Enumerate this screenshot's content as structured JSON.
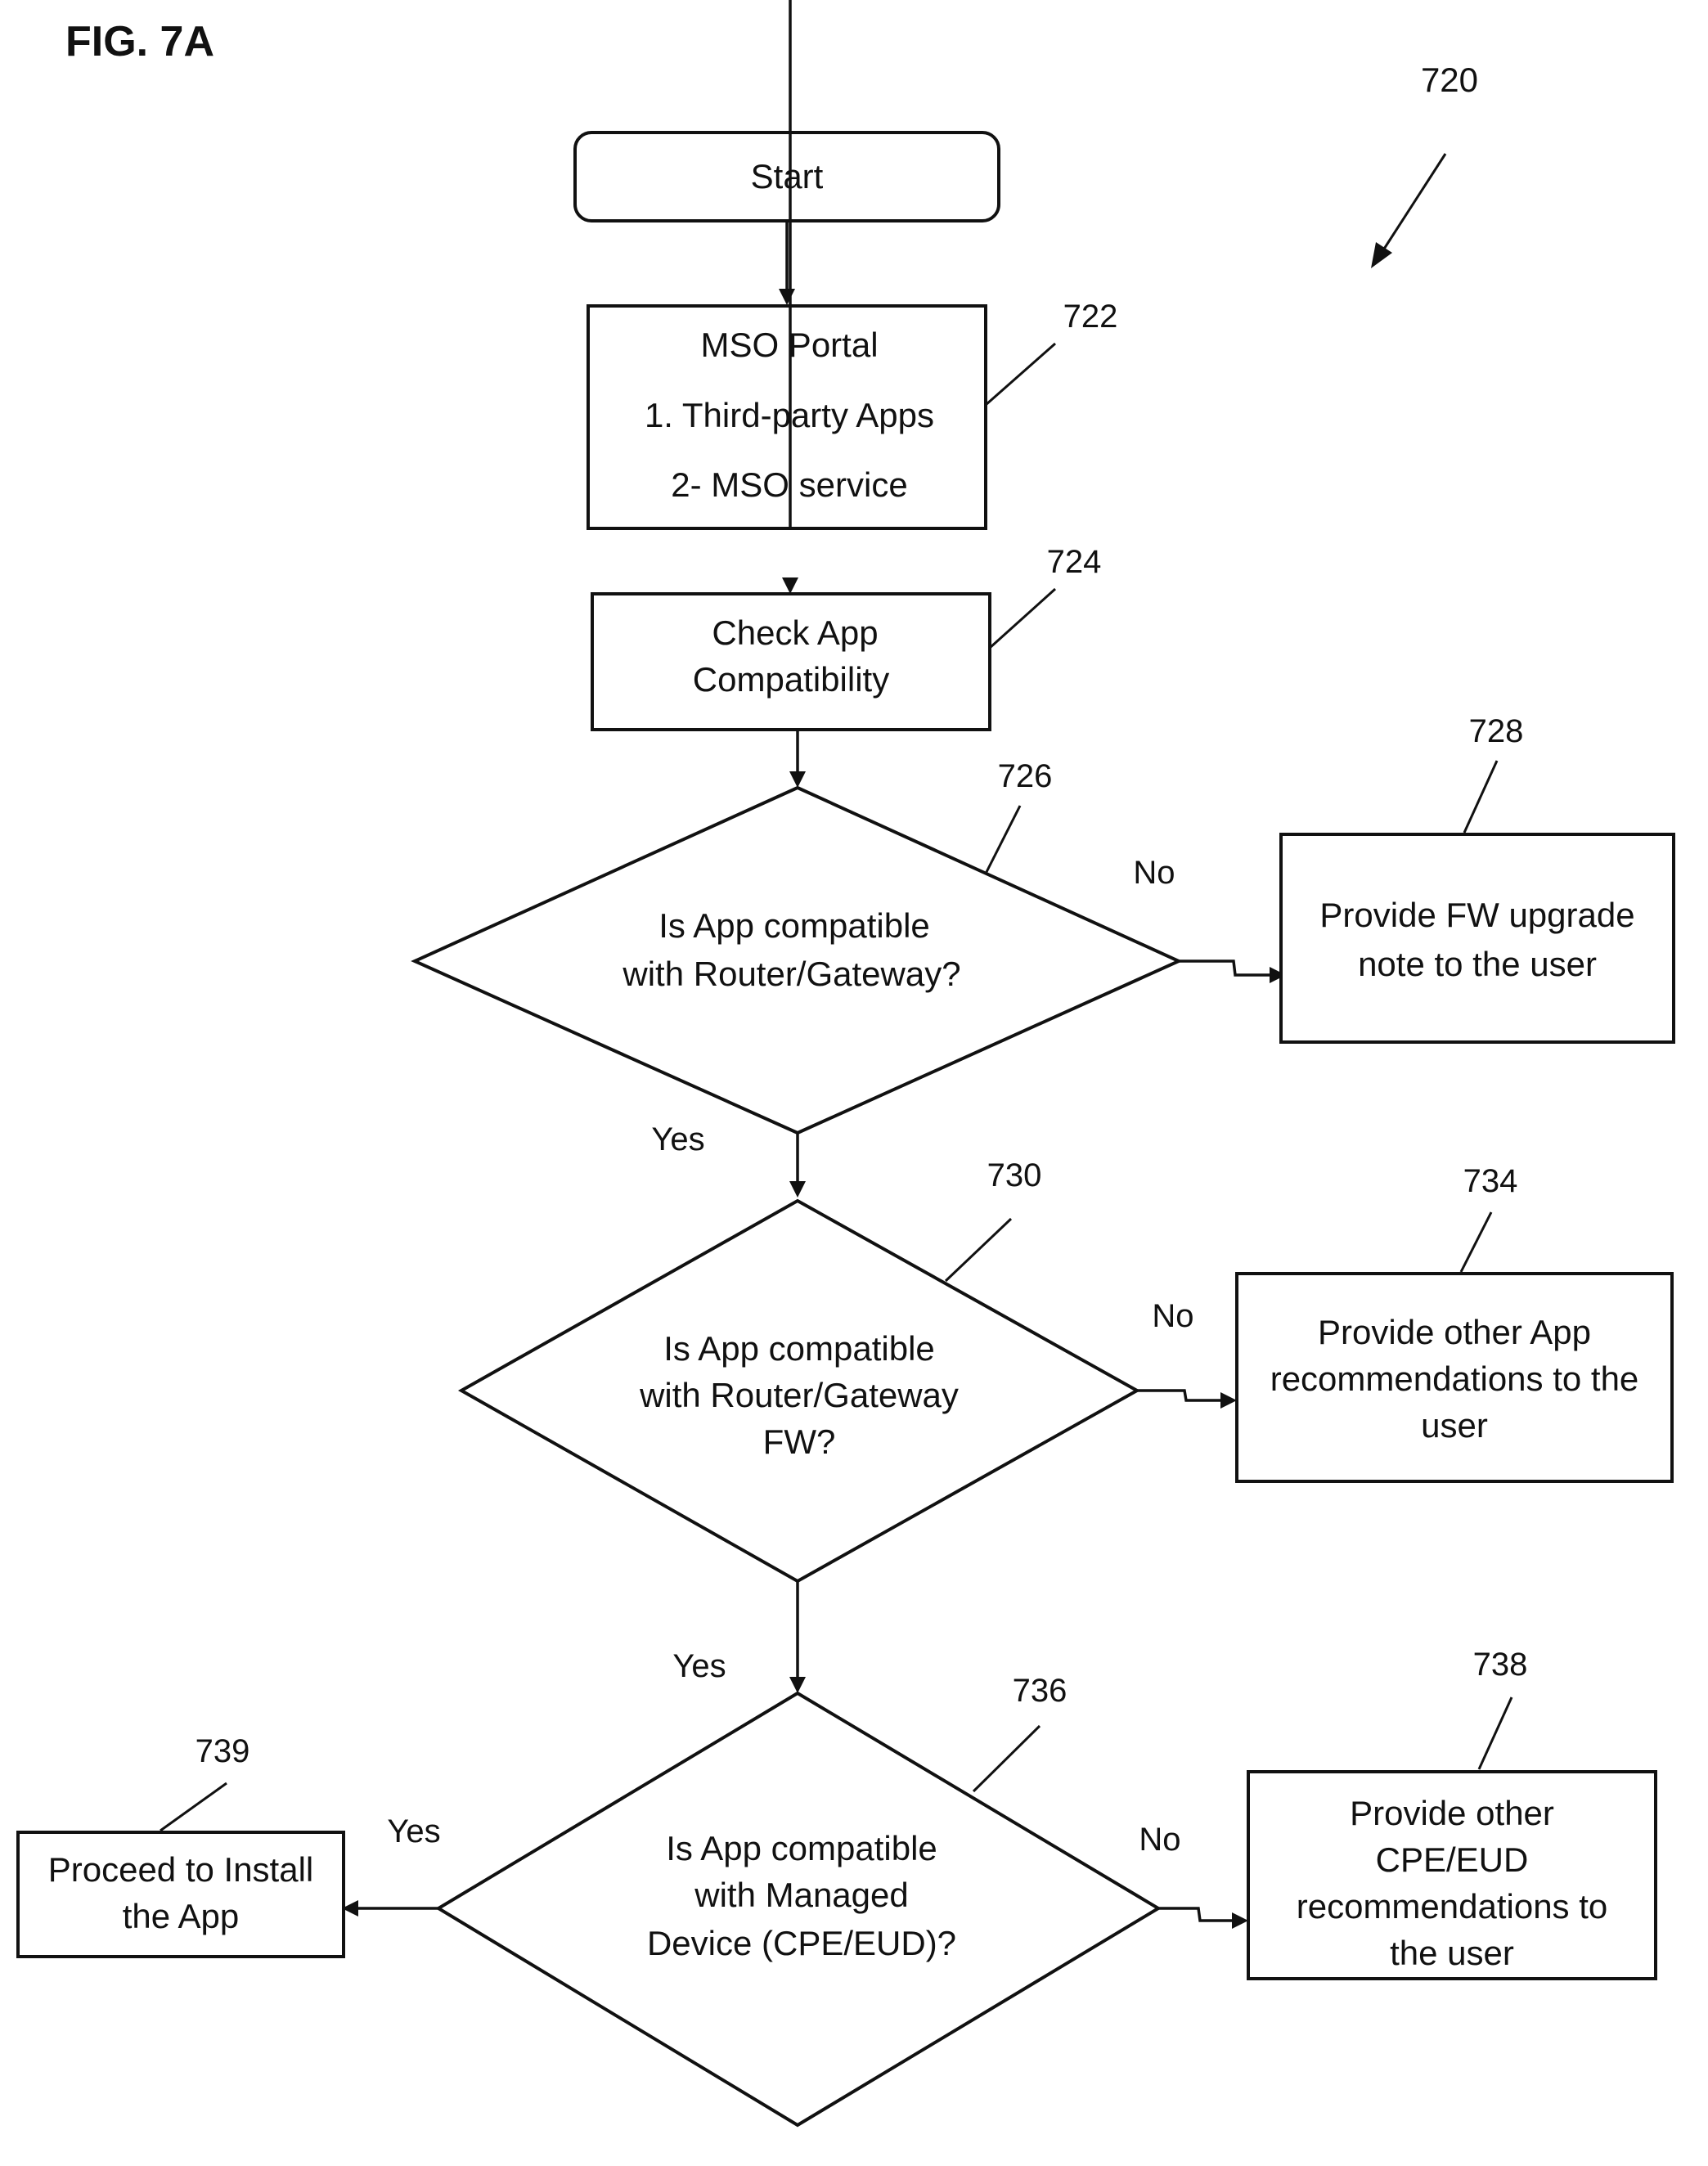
{
  "figure_label": "FIG. 7A",
  "diagram_ref": "720",
  "nodes": {
    "start": {
      "label": "Start"
    },
    "n722": {
      "ref": "722",
      "lines": [
        "MSO Portal",
        "1. Third-party Apps",
        "2- MSO service"
      ]
    },
    "n724": {
      "ref": "724",
      "lines": [
        "Check App",
        "Compatibility"
      ]
    },
    "n726": {
      "ref": "726",
      "lines": [
        "Is App compatible",
        "with Router/Gateway?"
      ]
    },
    "n728": {
      "ref": "728",
      "lines": [
        "Provide FW upgrade",
        "note to the user"
      ]
    },
    "n730": {
      "ref": "730",
      "lines": [
        "Is App compatible",
        "with Router/Gateway",
        "FW?"
      ]
    },
    "n734": {
      "ref": "734",
      "lines": [
        "Provide other App",
        "recommendations to the",
        "user"
      ]
    },
    "n736": {
      "ref": "736",
      "lines": [
        "Is App compatible",
        "with Managed",
        "Device (CPE/EUD)?"
      ]
    },
    "n738": {
      "ref": "738",
      "lines": [
        "Provide other",
        "CPE/EUD",
        "recommendations to",
        "the user"
      ]
    },
    "n739": {
      "ref": "739",
      "lines": [
        "Proceed to Install",
        "the App"
      ]
    }
  },
  "edge_labels": {
    "no_726": "No",
    "yes_726": "Yes",
    "no_730": "No",
    "yes_730": "Yes",
    "no_736": "No",
    "yes_736": "Yes"
  }
}
